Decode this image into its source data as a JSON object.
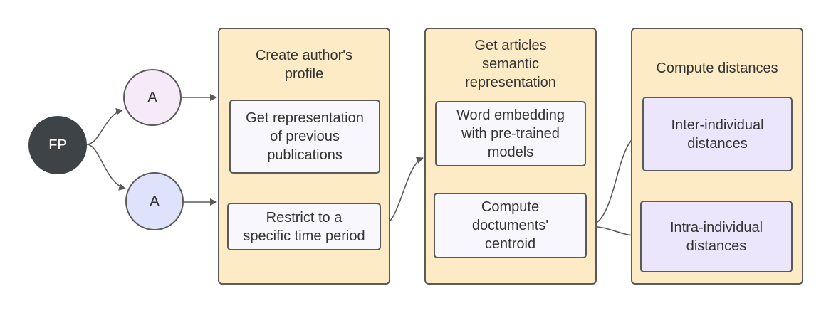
{
  "colors": {
    "fp_fill": "#3e4347",
    "a1_fill": "#f6eaf9",
    "a2_fill": "#dfe2fb",
    "panel_fill": "#fcebc5",
    "box_fill": "#f8f7fe",
    "result_fill": "#ebe6fb",
    "line": "#5a5a5a"
  },
  "nodes": {
    "fp": "FP",
    "a_top": "A",
    "a_bottom": "A"
  },
  "panels": {
    "profile": {
      "title": "Create author's\nprofile",
      "step1": "Get representation\nof previous\npublications",
      "step2": "Restrict to a\nspecific time period"
    },
    "semantic": {
      "title": "Get articles\nsemantic\nrepresentation",
      "step1": "Word embedding\nwith pre-trained\nmodels",
      "step2": "Compute\ndoctuments'\ncentroid"
    },
    "distances": {
      "title": "Compute distances",
      "step1": "Inter-individual\ndistances",
      "step2": "Intra-individual\ndistances"
    }
  }
}
